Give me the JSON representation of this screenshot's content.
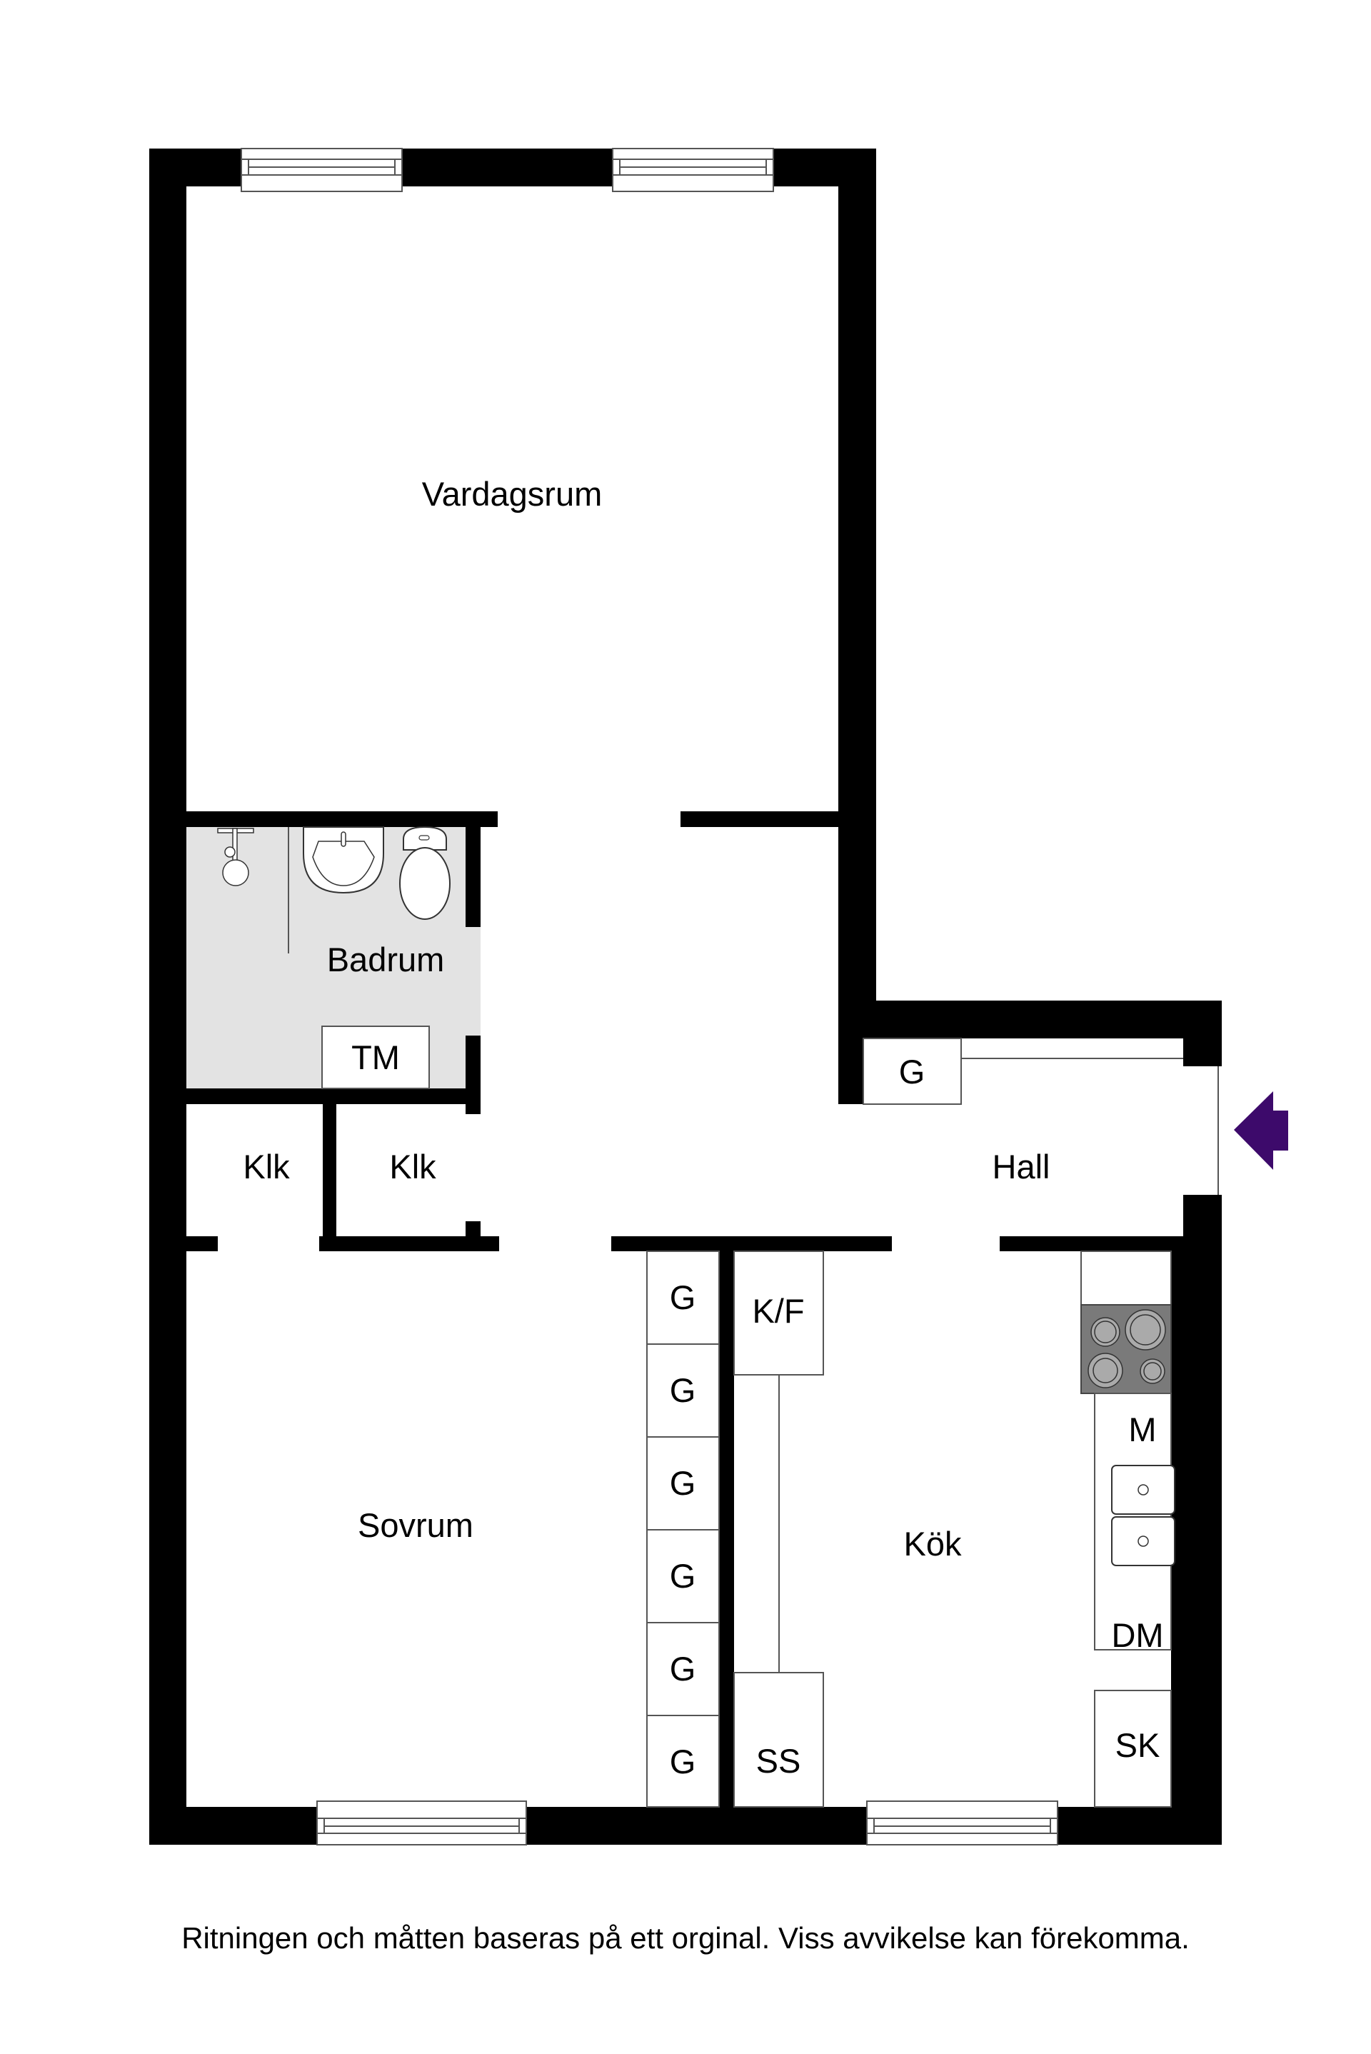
{
  "plan": {
    "rooms": {
      "vardagsrum": "Vardagsrum",
      "badrum": "Badrum",
      "klk_left": "Klk",
      "klk_right": "Klk",
      "hall": "Hall",
      "sovrum": "Sovrum",
      "kok": "Kök"
    },
    "fixtures": {
      "tm": "TM",
      "hall_g": "G",
      "wardrobes": [
        "G",
        "G",
        "G",
        "G",
        "G",
        "G"
      ],
      "kf": "K/F",
      "ss": "SS",
      "m": "M",
      "dm": "DM",
      "sk": "SK"
    },
    "entrance_icon": "entrance-arrow-icon",
    "colors": {
      "wall": "#000000",
      "bathroom_floor": "#e3e3e3",
      "stove": "#7a7a7a",
      "entrance_arrow": "#3d0a6b"
    }
  },
  "footer": {
    "disclaimer": "Ritningen och måtten baseras på ett orginal. Viss avvikelse kan förekomma."
  }
}
